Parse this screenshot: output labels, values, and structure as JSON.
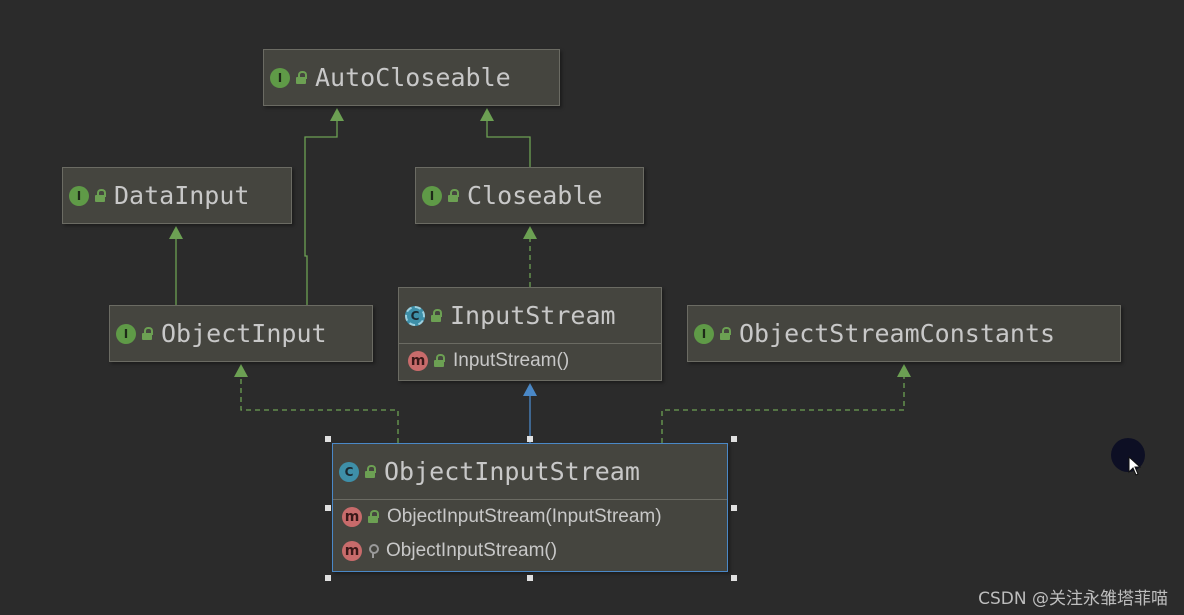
{
  "diagram": {
    "nodes": [
      {
        "id": "autocloseable",
        "name": "AutoCloseable",
        "kind": "interface",
        "visibility": "public"
      },
      {
        "id": "datainput",
        "name": "DataInput",
        "kind": "interface",
        "visibility": "public"
      },
      {
        "id": "closeable",
        "name": "Closeable",
        "kind": "interface",
        "visibility": "public"
      },
      {
        "id": "objectinput",
        "name": "ObjectInput",
        "kind": "interface",
        "visibility": "public"
      },
      {
        "id": "inputstream",
        "name": "InputStream",
        "kind": "abstract-class",
        "visibility": "public",
        "members": [
          {
            "label": "InputStream()",
            "kind": "method",
            "visibility": "public"
          }
        ]
      },
      {
        "id": "objectstreamconstants",
        "name": "ObjectStreamConstants",
        "kind": "interface",
        "visibility": "public"
      },
      {
        "id": "objectinputstream",
        "name": "ObjectInputStream",
        "kind": "class",
        "visibility": "public",
        "selected": true,
        "members": [
          {
            "label": "ObjectInputStream(InputStream)",
            "kind": "method",
            "visibility": "public"
          },
          {
            "label": "ObjectInputStream()",
            "kind": "method",
            "visibility": "protected"
          }
        ]
      }
    ],
    "edges": [
      {
        "from": "closeable",
        "to": "autocloseable",
        "type": "extends"
      },
      {
        "from": "objectinput",
        "to": "autocloseable",
        "type": "extends"
      },
      {
        "from": "objectinput",
        "to": "datainput",
        "type": "extends"
      },
      {
        "from": "inputstream",
        "to": "closeable",
        "type": "implements"
      },
      {
        "from": "objectinputstream",
        "to": "objectinput",
        "type": "implements"
      },
      {
        "from": "objectinputstream",
        "to": "inputstream",
        "type": "extends-class"
      },
      {
        "from": "objectinputstream",
        "to": "objectstreamconstants",
        "type": "implements"
      }
    ],
    "badges": {
      "interface": "I",
      "class": "C",
      "method": "m"
    },
    "colors": {
      "background": "#2b2b2b",
      "node_fill": "#45453f",
      "interface_edge": "#6ca053",
      "class_edge": "#4a88c7",
      "selection": "#4a88c7"
    }
  },
  "watermark": "CSDN @关注永雏塔菲喵"
}
